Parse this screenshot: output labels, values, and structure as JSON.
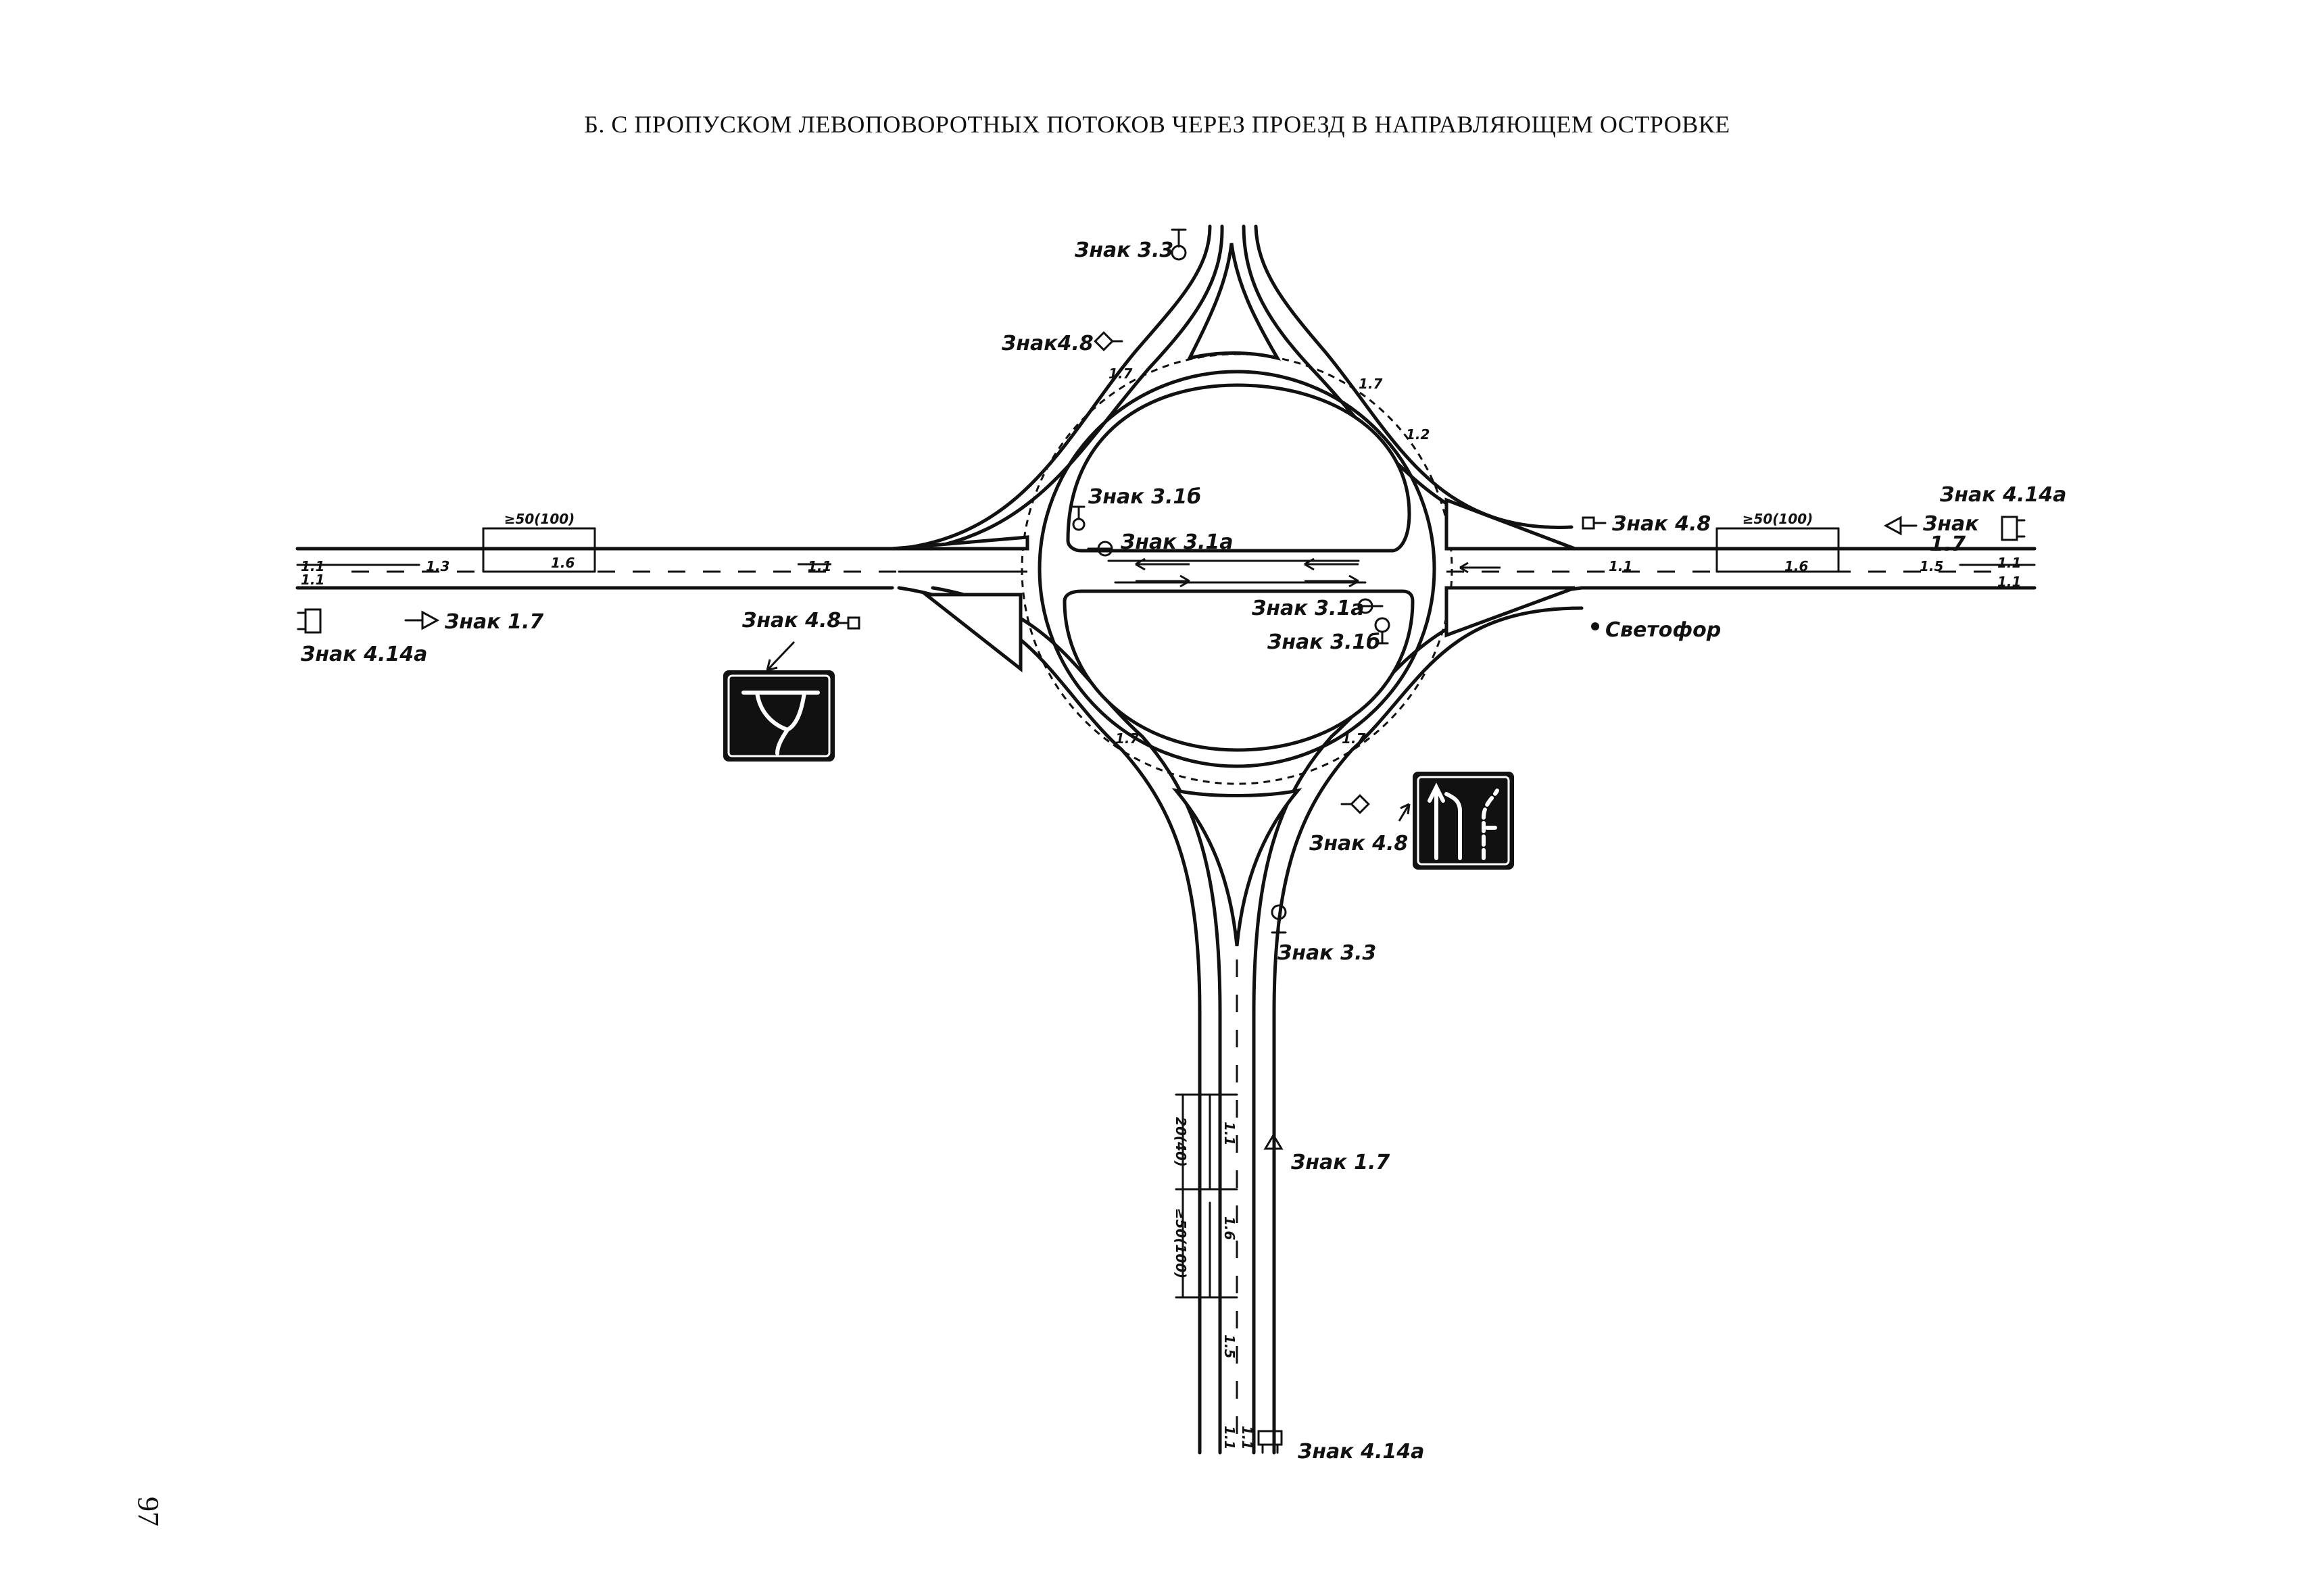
{
  "title": "Б. С ПРОПУСКОМ ЛЕВОПОВОРОТНЫХ ПОТОКОВ ЧЕРЕЗ ПРОЕЗД В НАПРАВЛЯЮЩЕМ ОСТРОВКЕ",
  "page_number": "97",
  "labels": {
    "sign_3_3_north": "Знак 3.3",
    "sign_4_8_nw": "Знак4.8",
    "sign_3_1b_top": "Знак 3.1б",
    "sign_3_1a_top": "Знак 3.1а",
    "sign_3_1a_bottom": "Знак 3.1а",
    "sign_3_1b_bottom": "Знак 3.1б",
    "sign_4_8_east": "Знак 4.8",
    "sign_4_14a_east": "Знак 4.14а",
    "sign_1_7_east_a": "Знак",
    "sign_1_7_east_b": "1.7",
    "sign_1_7_west": "Знак 1.7",
    "sign_4_14a_west": "Знак 4.14а",
    "sign_4_8_west": "Знак 4.8",
    "traffic_light": "Светофор",
    "sign_4_8_south": "Знак 4.8",
    "sign_3_3_south": "Знак 3.3",
    "sign_1_7_south": "Знак 1.7",
    "sign_4_14a_south": "Знак 4.14а"
  },
  "dimensions": {
    "west": "≥50(100)",
    "east": "≥50(100)",
    "south_upper": "20(40)",
    "south_lower": "≥50(100)"
  },
  "markings": {
    "m_1_1": "1.1",
    "m_1_3": "1.3",
    "m_1_6": "1.6",
    "m_1_5": "1.5",
    "m_1_7": "1.7",
    "m_1_2": "1.2"
  }
}
